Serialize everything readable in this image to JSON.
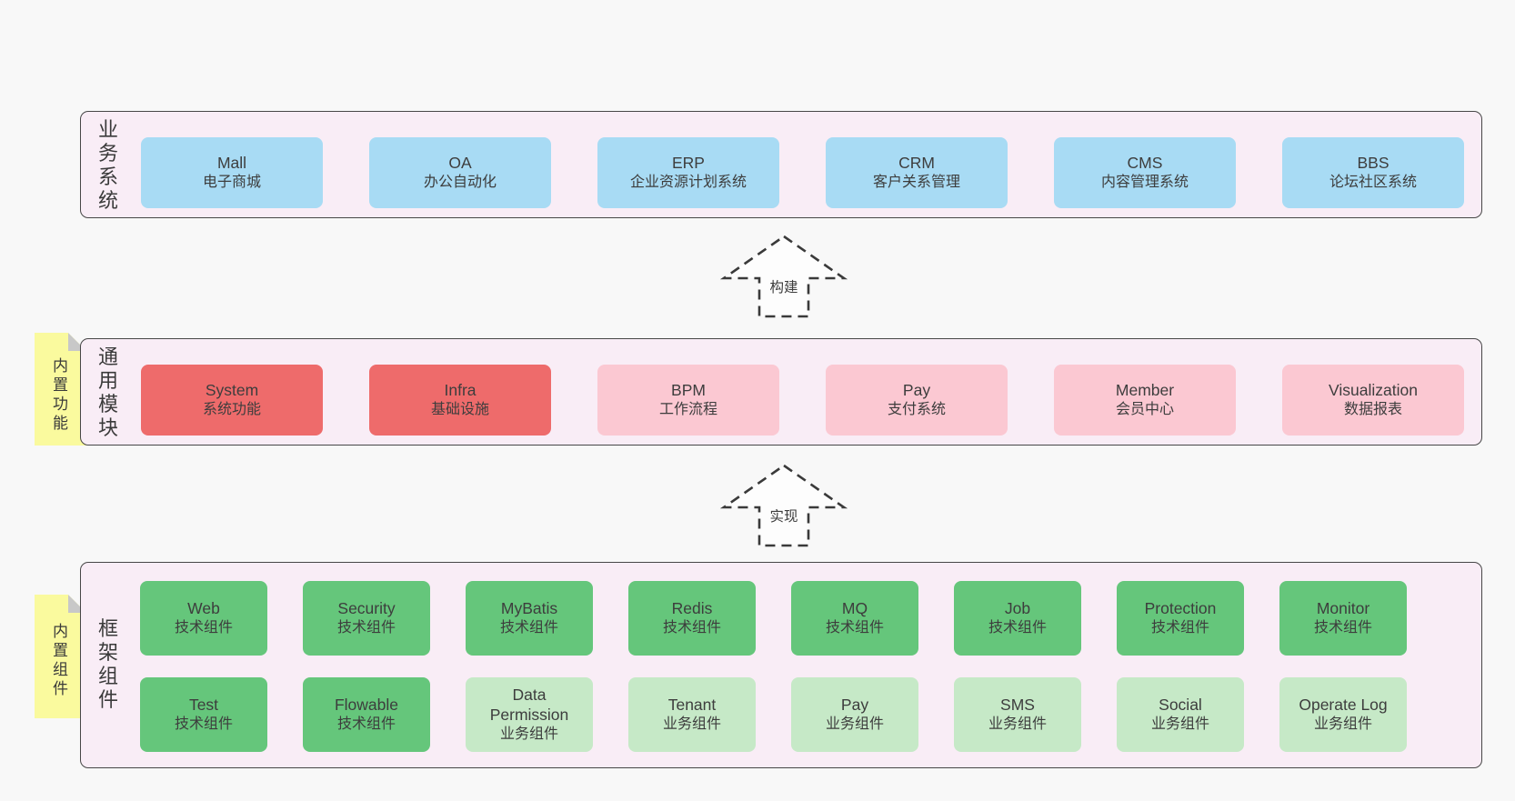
{
  "palette": {
    "page_background": "#f8f8f8",
    "layer_background": "#f9edf6",
    "layer_border": "#474747",
    "blue_box": "#a8dbf4",
    "red_box": "#ee6b6b",
    "pink_box": "#fbc8d2",
    "green_box": "#65c67b",
    "light_green_box": "#c6e9c7",
    "sticky_yellow": "#fafa9e",
    "sticky_fold_gray": "#c8c8c8",
    "text": "#3d3d3d"
  },
  "layers": [
    {
      "label": "业务系统",
      "boxes": [
        {
          "name": "Mall",
          "desc": "电子商城"
        },
        {
          "name": "OA",
          "desc": "办公自动化"
        },
        {
          "name": "ERP",
          "desc": "企业资源计划系统"
        },
        {
          "name": "CRM",
          "desc": "客户关系管理"
        },
        {
          "name": "CMS",
          "desc": "内容管理系统"
        },
        {
          "name": "BBS",
          "desc": "论坛社区系统"
        }
      ]
    },
    {
      "label": "通用模块",
      "sticky": "内置功能",
      "boxes": [
        {
          "name": "System",
          "desc": "系统功能",
          "variant": "red"
        },
        {
          "name": "Infra",
          "desc": "基础设施",
          "variant": "red"
        },
        {
          "name": "BPM",
          "desc": "工作流程",
          "variant": "pink"
        },
        {
          "name": "Pay",
          "desc": "支付系统",
          "variant": "pink"
        },
        {
          "name": "Member",
          "desc": "会员中心",
          "variant": "pink"
        },
        {
          "name": "Visualization",
          "desc": "数据报表",
          "variant": "pink"
        }
      ]
    },
    {
      "label": "框架组件",
      "sticky": "内置组件",
      "rows": [
        [
          {
            "name": "Web",
            "desc": "技术组件",
            "variant": "green"
          },
          {
            "name": "Security",
            "desc": "技术组件",
            "variant": "green"
          },
          {
            "name": "MyBatis",
            "desc": "技术组件",
            "variant": "green"
          },
          {
            "name": "Redis",
            "desc": "技术组件",
            "variant": "green"
          },
          {
            "name": "MQ",
            "desc": "技术组件",
            "variant": "green"
          },
          {
            "name": "Job",
            "desc": "技术组件",
            "variant": "green"
          },
          {
            "name": "Protection",
            "desc": "技术组件",
            "variant": "green"
          },
          {
            "name": "Monitor",
            "desc": "技术组件",
            "variant": "green"
          }
        ],
        [
          {
            "name": "Test",
            "desc": "技术组件",
            "variant": "green"
          },
          {
            "name": "Flowable",
            "desc": "技术组件",
            "variant": "green"
          },
          {
            "name": "Data Permission",
            "desc": "业务组件",
            "variant": "lightgreen"
          },
          {
            "name": "Tenant",
            "desc": "业务组件",
            "variant": "lightgreen"
          },
          {
            "name": "Pay",
            "desc": "业务组件",
            "variant": "lightgreen"
          },
          {
            "name": "SMS",
            "desc": "业务组件",
            "variant": "lightgreen"
          },
          {
            "name": "Social",
            "desc": "业务组件",
            "variant": "lightgreen"
          },
          {
            "name": "Operate Log",
            "desc": "业务组件",
            "variant": "lightgreen"
          }
        ]
      ]
    }
  ],
  "arrows": [
    {
      "label": "构建"
    },
    {
      "label": "实现"
    }
  ]
}
